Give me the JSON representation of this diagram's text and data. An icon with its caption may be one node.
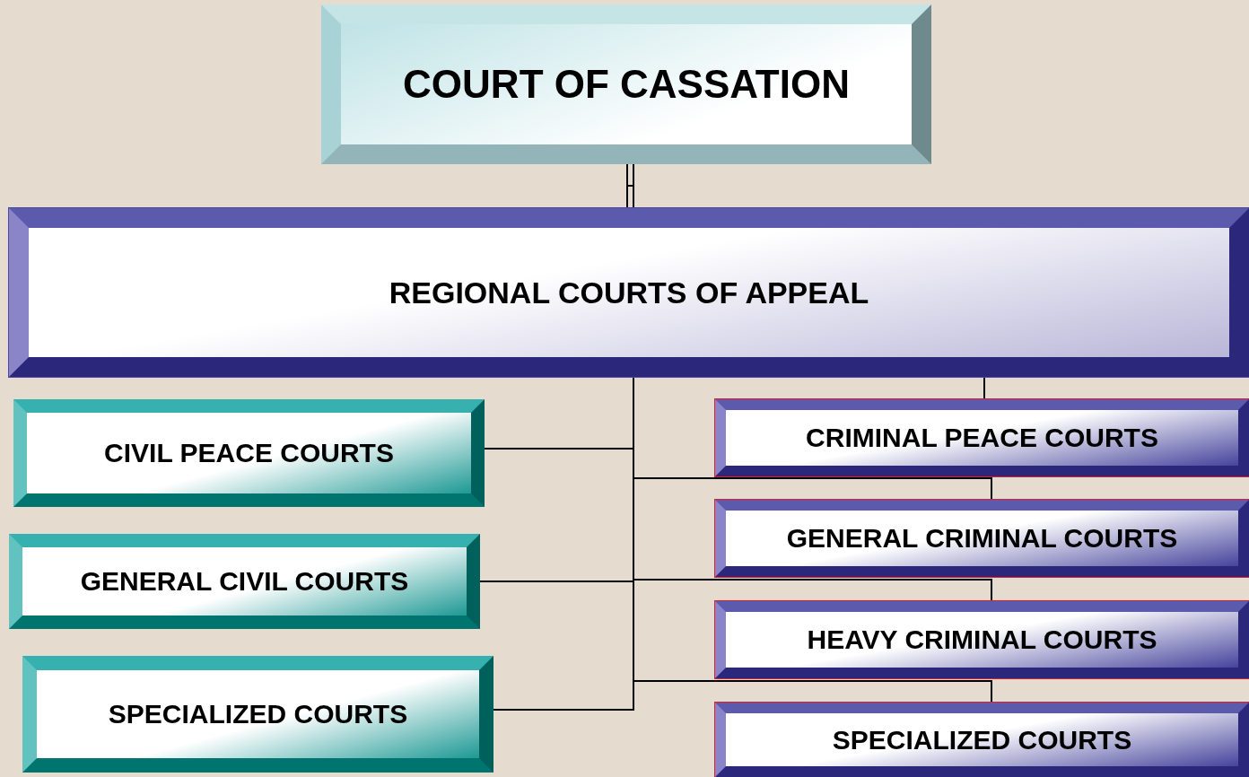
{
  "diagram": {
    "nodes": [
      {
        "text": [
          "COURT OF CASSATION"
        ]
      },
      {
        "text": [
          "REGIONAL COURTS OF APPEAL"
        ]
      },
      {
        "text": [
          "CIVIL PEACE COURTS"
        ]
      },
      {
        "text": [
          "GENERAL CIVIL COURTS"
        ]
      },
      {
        "text": [
          "SPECIALIZED COURTS"
        ]
      },
      {
        "text": [
          "CRIMINAL PEACE COURTS"
        ]
      },
      {
        "text": [
          "GENERAL CRIMINAL COURTS"
        ]
      },
      {
        "text": [
          "HEAVY CRIMINAL COURTS"
        ]
      },
      {
        "text": [
          "SPECIALIZED COURTS"
        ]
      }
    ],
    "edges": [
      {
        "from": 0,
        "to": 1,
        "arrow": "none"
      },
      {
        "from": 1,
        "to": 2,
        "arrow": "none"
      },
      {
        "from": 1,
        "to": 3,
        "arrow": "none"
      },
      {
        "from": 1,
        "to": 4,
        "arrow": "none"
      },
      {
        "from": 1,
        "to": 5,
        "arrow": "none"
      },
      {
        "from": 1,
        "to": 6,
        "arrow": "none"
      },
      {
        "from": 1,
        "to": 7,
        "arrow": "none"
      },
      {
        "from": 1,
        "to": 8,
        "arrow": "none"
      }
    ]
  }
}
